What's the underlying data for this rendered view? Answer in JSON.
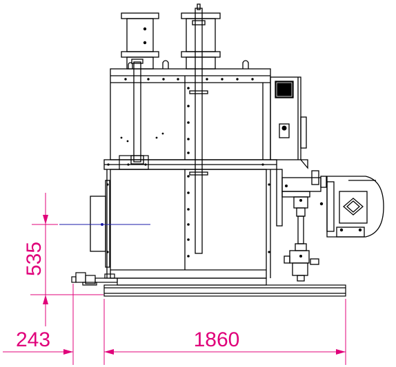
{
  "dimensions": {
    "height_from_base": "535",
    "offset_left": "243",
    "base_length": "1860"
  },
  "colors": {
    "outline": "#000000",
    "dimension": "#e0007a",
    "centerline": "#1a1aa8",
    "background": "#ffffff"
  }
}
